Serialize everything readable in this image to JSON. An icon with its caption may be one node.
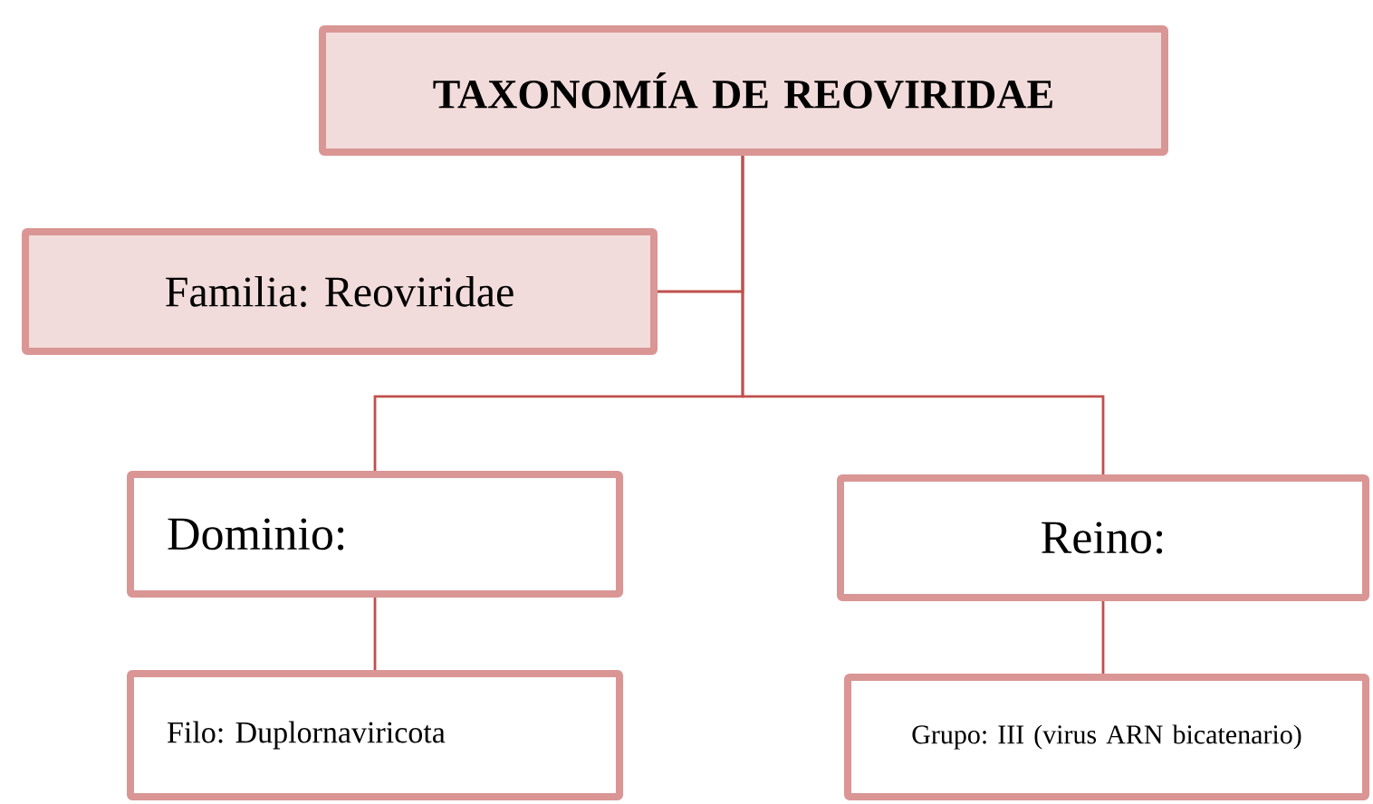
{
  "diagram": {
    "nodes": [
      {
        "text": [
          "TAXONOMÍA DE REOVIRIDAE"
        ]
      },
      {
        "text": [
          "Familia: Reoviridae"
        ]
      },
      {
        "text": [
          "Dominio:"
        ]
      },
      {
        "text": [
          "Reino:"
        ]
      },
      {
        "text": [
          "Filo: Duplornaviricota"
        ]
      },
      {
        "text": [
          "Grupo: III (virus ARN bicatenario)"
        ]
      }
    ],
    "edges": [
      {
        "from": 0,
        "to": 1,
        "arrow": "none"
      },
      {
        "from": 0,
        "to": 2,
        "arrow": "none"
      },
      {
        "from": 0,
        "to": 3,
        "arrow": "none"
      },
      {
        "from": 2,
        "to": 4,
        "arrow": "none"
      },
      {
        "from": 3,
        "to": 5,
        "arrow": "none"
      }
    ]
  }
}
